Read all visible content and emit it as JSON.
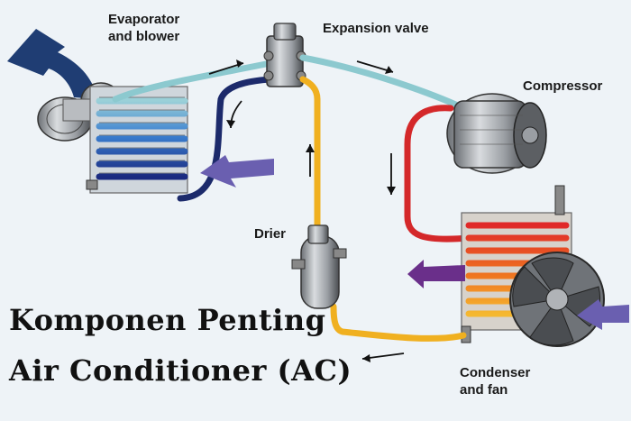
{
  "labels": {
    "evaporator_line1": "Evaporator",
    "evaporator_line2": "and blower",
    "expansion_valve": "Expansion valve",
    "compressor": "Compressor",
    "drier": "Drier",
    "condenser_line1": "Condenser",
    "condenser_line2": "and fan"
  },
  "title": {
    "line1": "Komponen Penting",
    "line2": "Air Conditioner (AC)"
  },
  "colors": {
    "background": "#eef3f7",
    "cool_line": "#8cc9cf",
    "cold_line": "#1c2a6b",
    "hot_line": "#d4282a",
    "warm_line": "#f0b020",
    "air_out": "#1f3d73",
    "air_in": "#6a5fb0"
  }
}
